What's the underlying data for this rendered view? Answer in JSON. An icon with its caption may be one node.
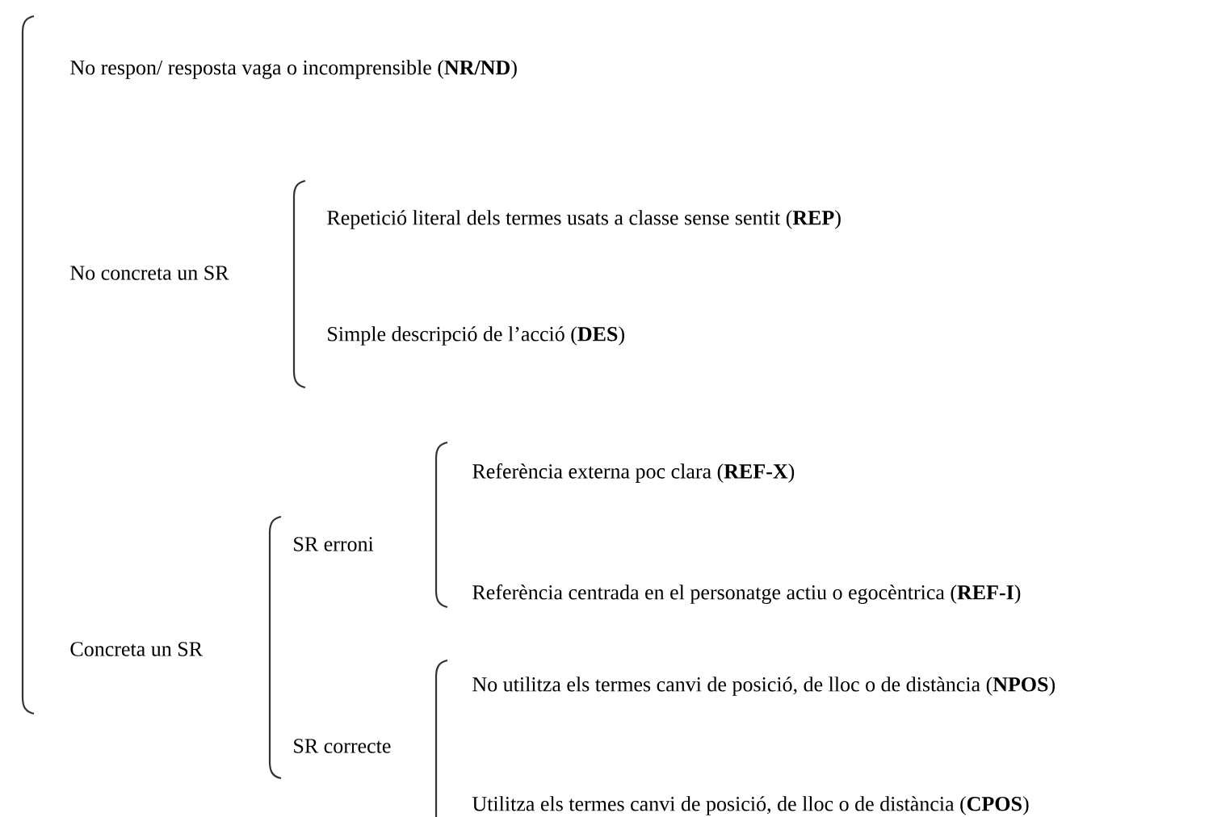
{
  "diagram": {
    "labels": [
      "No respon/ resposta vaga o incomprensible (**NR/ND**)",
      "Repetició literal dels termes usats a classe sense sentit (**REP**)",
      "No concreta un SR",
      "Simple descripció de l’acció (**DES**)",
      "Referència externa poc clara (**REF-X**)",
      "SR erroni",
      "Referència centrada en el personatge actiu o egocèntrica (**REF-I**)",
      "Concreta un SR",
      "No utilitza els termes canvi de posició, de lloc o de distància (**NPOS**)",
      "SR correcte",
      "Utilitza els termes canvi de posició, de lloc o de distància (**CPOS**)"
    ]
  }
}
